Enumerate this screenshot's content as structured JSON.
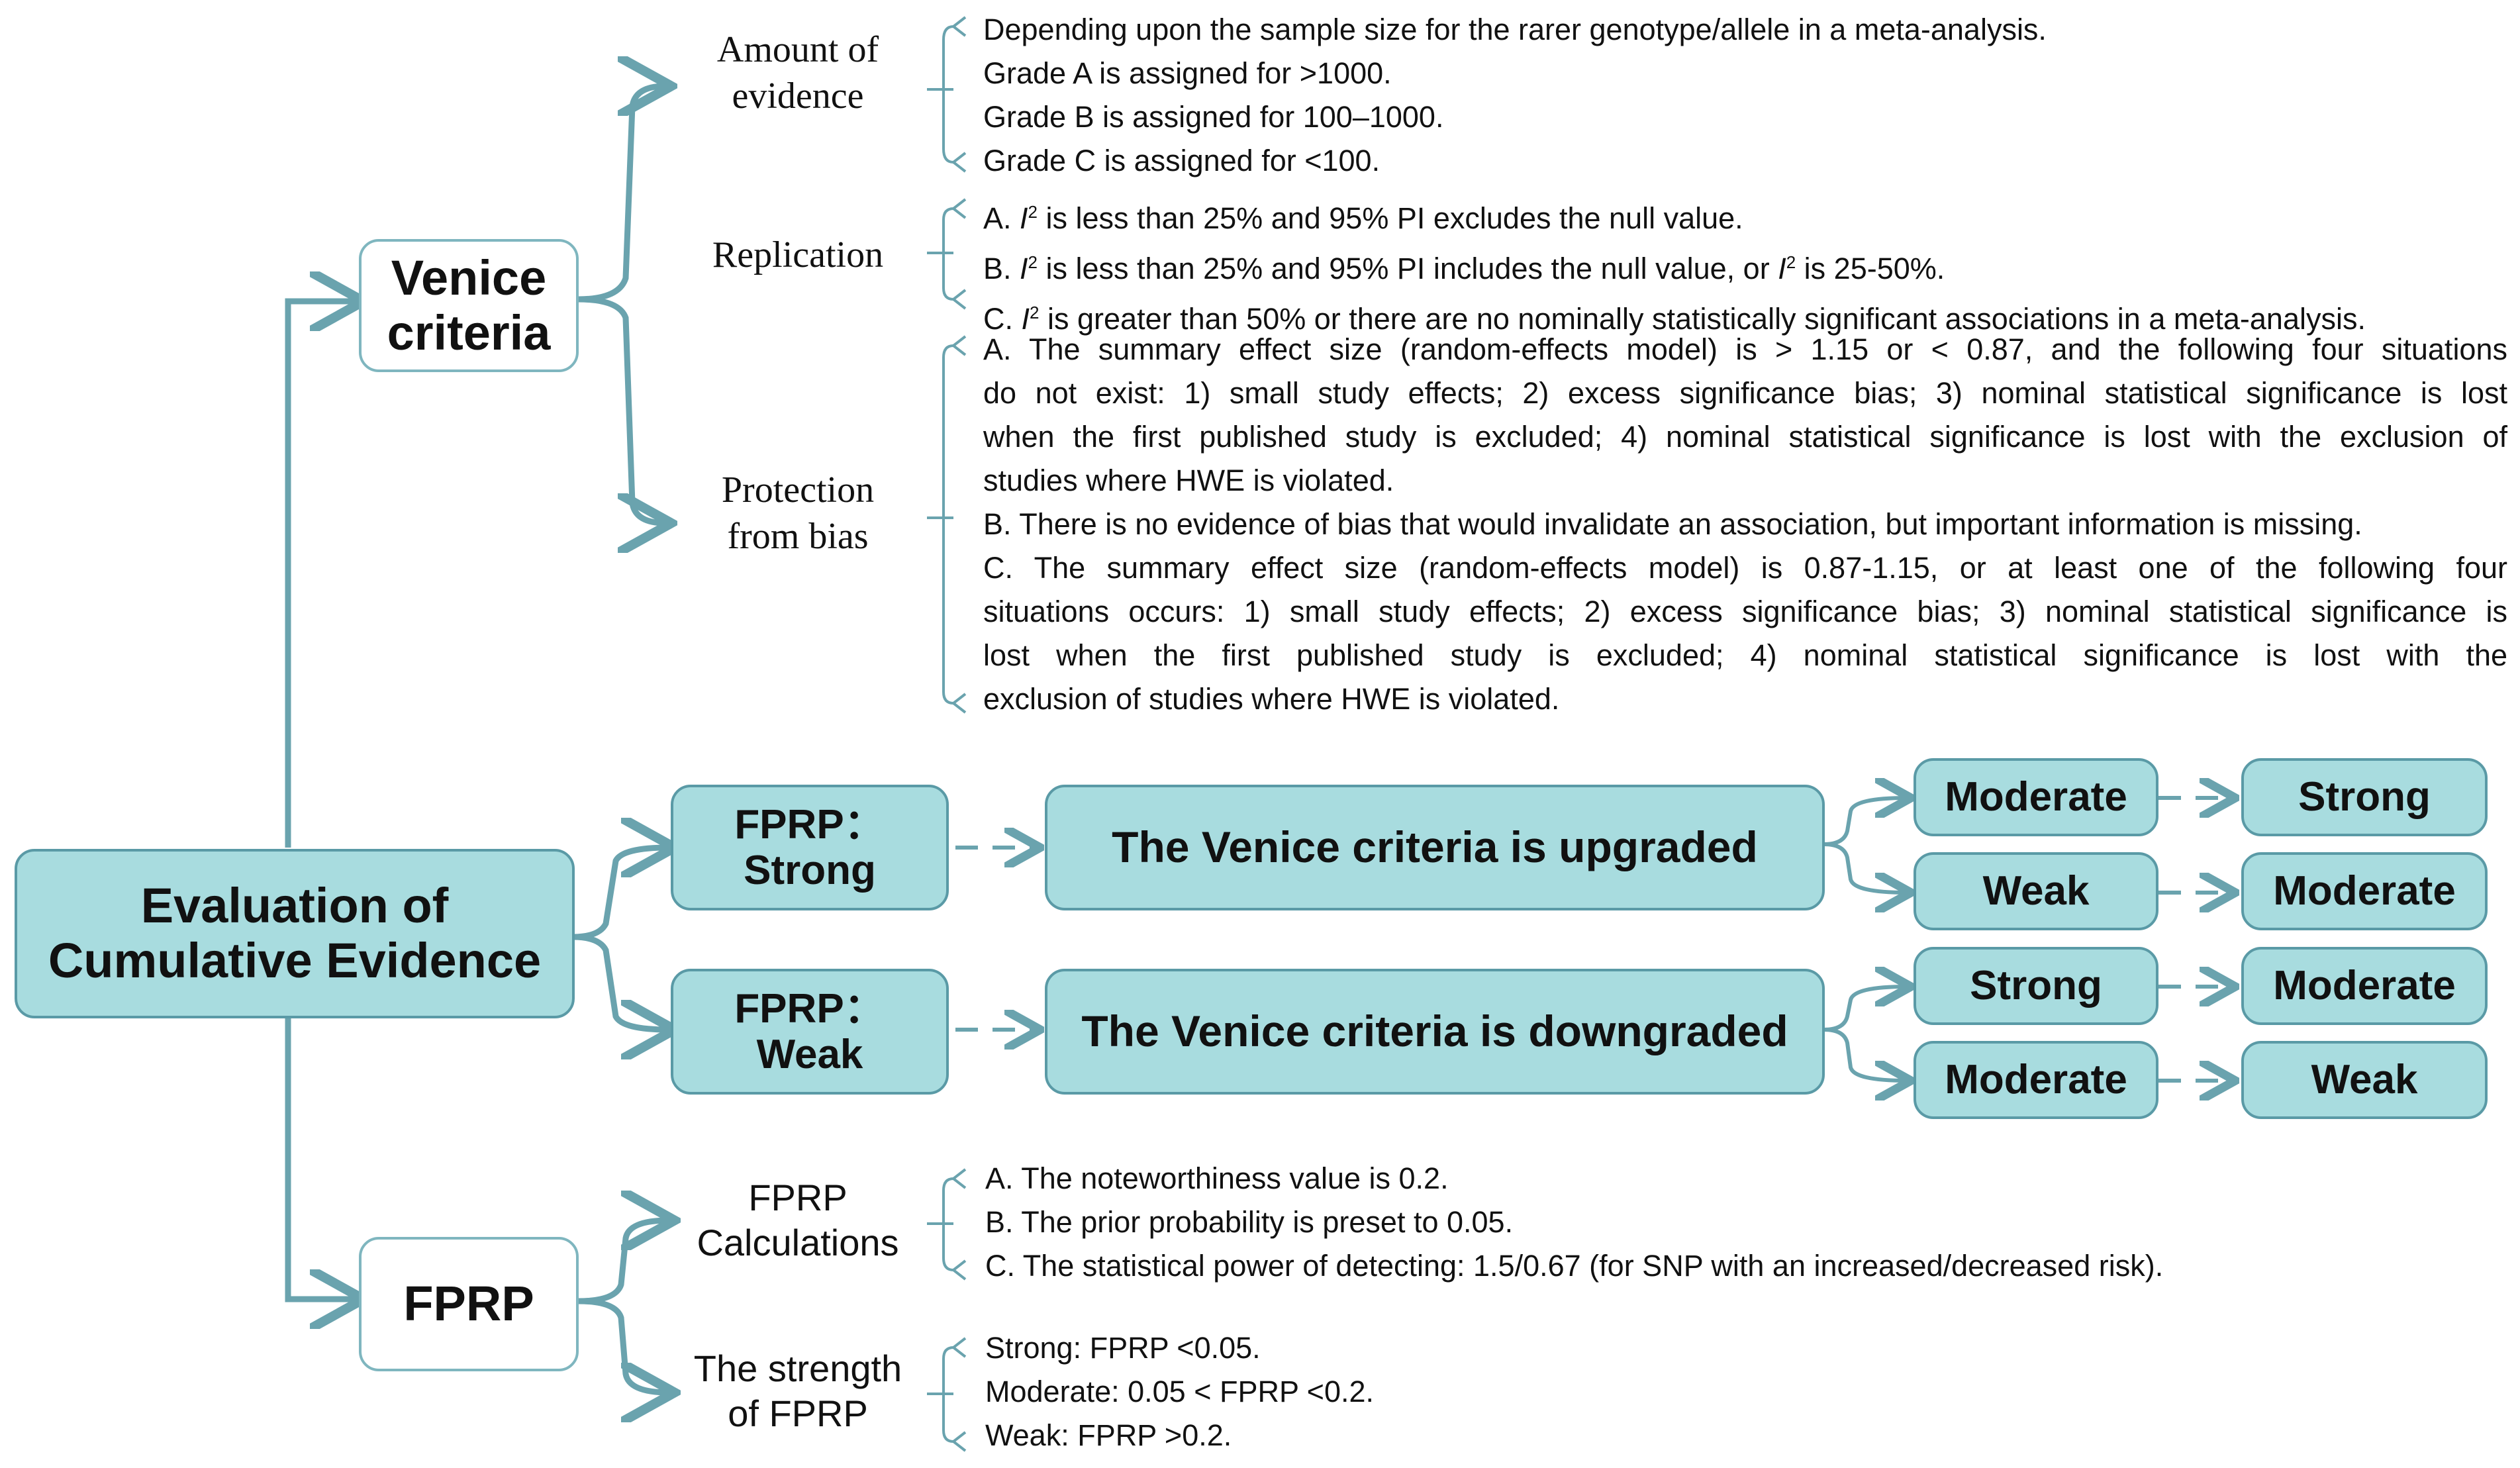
{
  "colors": {
    "box_fill": "#a8dcdf",
    "box_border": "#5a9aa6",
    "connector": "#6aa3ae"
  },
  "root": {
    "label": "Evaluation of\nCumulative Evidence"
  },
  "venice": {
    "label": "Venice\ncriteria",
    "amount": {
      "label": "Amount of\nevidence",
      "lines": [
        "Depending upon the sample size for the rarer genotype/allele in a meta-analysis.",
        "Grade A is assigned for >1000.",
        "Grade B is assigned for 100–1000.",
        "Grade C is assigned for <100."
      ]
    },
    "replication": {
      "label": "Replication",
      "lines": [
        {
          "prefix": "A. ",
          "i": "I",
          "sup": "2",
          "rest": " is less than 25% and 95% PI excludes the null value."
        },
        {
          "prefix": "B. ",
          "i": "I",
          "sup": "2",
          "rest": " is less than 25% and 95% PI includes the null value, or ",
          "i2": "I",
          "sup2": "2",
          "rest2": " is 25-50%."
        },
        {
          "prefix": "C. ",
          "i": "I",
          "sup": "2",
          "rest": " is greater than 50% or there are no nominally statistically significant associations in a meta-analysis."
        }
      ]
    },
    "bias": {
      "label": "Protection\nfrom bias",
      "lines": [
        "A. The summary effect size (random-effects model) is > 1.15 or < 0.87, and the following four situations",
        "do not exist: 1) small study effects; 2) excess significance bias; 3) nominal statistical significance is lost",
        "when the first published study is excluded; 4) nominal statistical significance is lost with the exclusion of",
        "studies where HWE is violated.",
        "B. There is no evidence of bias that would invalidate an association, but important information is missing.",
        "C. The summary effect size (random-effects model) is 0.87-1.15, or at least one of the following four",
        "situations occurs: 1) small study effects; 2) excess significance bias; 3) nominal statistical significance is",
        "lost when the first published study is excluded; 4) nominal statistical significance is lost with the",
        "exclusion of studies where HWE is violated."
      ]
    }
  },
  "fprp_strong": {
    "label": "FPRP：\nStrong",
    "result": "The Venice criteria is upgraded",
    "from": [
      "Moderate",
      "Weak"
    ],
    "to": [
      "Strong",
      "Moderate"
    ]
  },
  "fprp_weak": {
    "label": "FPRP：\nWeak",
    "result": "The Venice criteria is downgraded",
    "from": [
      "Strong",
      "Moderate"
    ],
    "to": [
      "Moderate",
      "Weak"
    ]
  },
  "fprp": {
    "label": "FPRP",
    "calc": {
      "label": "FPRP\nCalculations",
      "lines": [
        "A. The noteworthiness value is 0.2.",
        "B. The prior probability is preset to 0.05.",
        "C. The statistical power of detecting: 1.5/0.67 (for SNP with an increased/decreased risk)."
      ]
    },
    "strength": {
      "label": "The strength\nof FPRP",
      "lines": [
        "Strong: FPRP <0.05.",
        "Moderate: 0.05 < FPRP <0.2.",
        "Weak: FPRP >0.2."
      ]
    }
  }
}
